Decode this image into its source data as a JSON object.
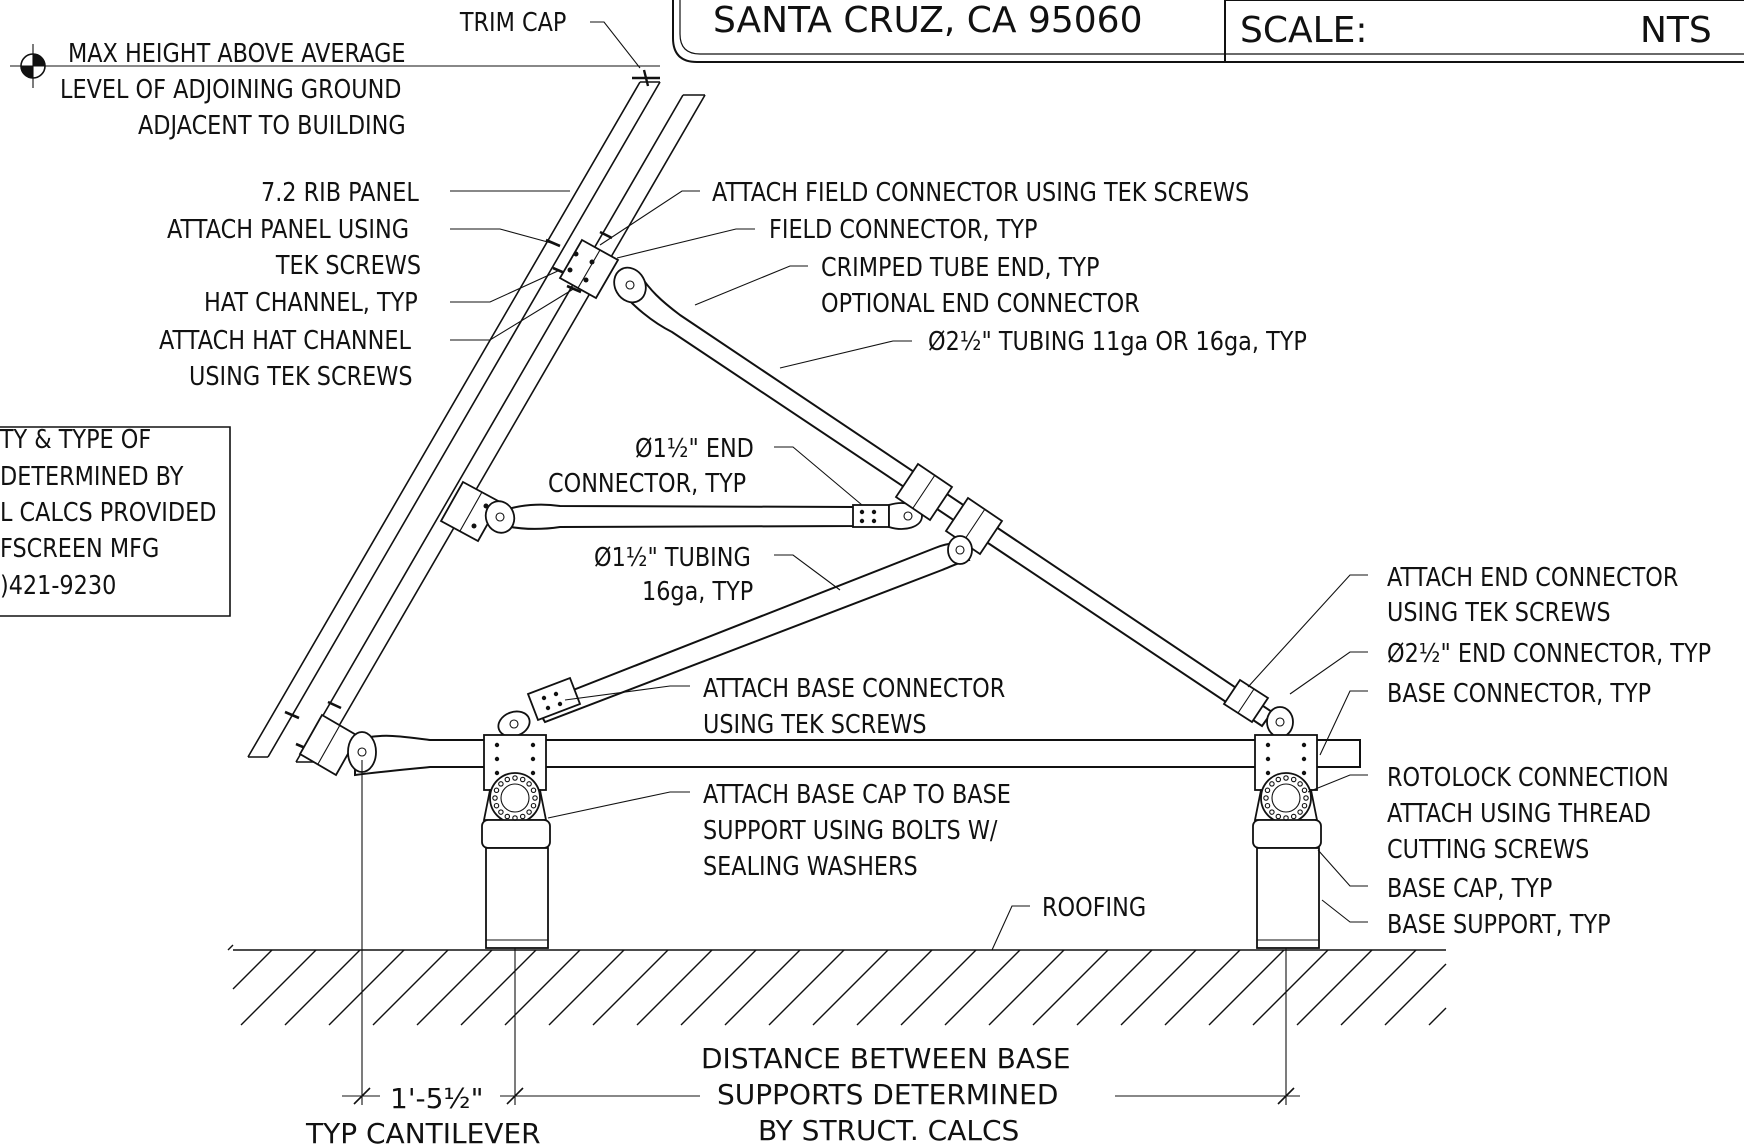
{
  "title_block": {
    "address": "SANTA CRUZ, CA 95060",
    "scale_label": "SCALE:",
    "scale_value": "NTS"
  },
  "labels": {
    "trim_cap": "TRIM CAP",
    "max_height": [
      "MAX HEIGHT ABOVE AVERAGE",
      "LEVEL OF ADJOINING GROUND",
      "ADJACENT TO BUILDING"
    ],
    "rib_panel": "7.2 RIB PANEL",
    "attach_panel": [
      "ATTACH PANEL USING",
      "TEK SCREWS"
    ],
    "hat_channel": "HAT CHANNEL, TYP",
    "attach_hat_channel": [
      "ATTACH HAT CHANNEL",
      "USING TEK SCREWS"
    ],
    "attach_field_connector": "ATTACH FIELD CONNECTOR USING TEK SCREWS",
    "field_connector": "FIELD CONNECTOR, TYP",
    "crimped_tube": [
      "CRIMPED TUBE END, TYP",
      "OPTIONAL END CONNECTOR"
    ],
    "tubing_2_5": "Ø2½\" TUBING 11ga OR 16ga, TYP",
    "end_connector_1_5": [
      "Ø1½\" END",
      "CONNECTOR, TYP"
    ],
    "tubing_1_5": [
      "Ø1½\" TUBING",
      "16ga, TYP"
    ],
    "note_box": [
      "TY & TYPE OF",
      "DETERMINED BY",
      "L CALCS PROVIDED",
      "FSCREEN MFG",
      ")421-9230"
    ],
    "attach_base_connector": [
      "ATTACH BASE CONNECTOR",
      "USING TEK SCREWS"
    ],
    "attach_base_cap": [
      "ATTACH BASE CAP TO BASE",
      "SUPPORT USING BOLTS W/",
      "SEALING WASHERS"
    ],
    "attach_end_connector": [
      "ATTACH END CONNECTOR",
      "USING TEK SCREWS"
    ],
    "end_connector_2_5": "Ø2½\" END CONNECTOR, TYP",
    "base_connector": "BASE CONNECTOR, TYP",
    "rotolock": [
      "ROTOLOCK CONNECTION",
      "ATTACH USING THREAD",
      "CUTTING SCREWS"
    ],
    "base_cap": "BASE CAP, TYP",
    "base_support": "BASE SUPPORT, TYP",
    "roofing": "ROOFING",
    "cantilever_dim": "1'-5½\"",
    "cantilever_label": "TYP CANTILEVER",
    "distance": [
      "DISTANCE BETWEEN BASE",
      "SUPPORTS DETERMINED",
      "BY STRUCT. CALCS"
    ]
  }
}
